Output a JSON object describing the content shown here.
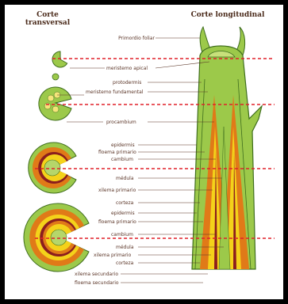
{
  "headings": {
    "transverse": "Corte transversal",
    "longitudinal": "Corte longitudinal"
  },
  "labels": {
    "primordio": "Primordio foliar",
    "meristemo_apical": "meristemo apical",
    "protodermis": "protodermis",
    "meristemo_fundamental": "meristemo fundamental",
    "procambium": "procambium",
    "epidermis_1": "epidermis",
    "floema_primario_1": "floema primario",
    "cambium_1": "cambium",
    "medula_1": "médula",
    "xilema_primario_1": "xilema primario",
    "corteza_1": "corteza",
    "epidermis_2": "epidermis",
    "floema_primario_2": "floema primario",
    "cambium_2": "cambium",
    "medula_2": "médula",
    "xilema_primario_2": "xilema primario",
    "corteza_2": "corteza",
    "xilema_secundario": "xilema secundario",
    "floema_secundario": "floema secundario"
  },
  "colors": {
    "tissue_green": "#9cc94a",
    "dark_green": "#3f6e1e",
    "xylem_yellow": "#f4d21a",
    "phloem_orange": "#e07a18",
    "cambium_red": "#8b1e1e",
    "pith_green": "#b5d66a",
    "cut_line_red": "#e0202a",
    "label_brown": "#5a3426"
  }
}
